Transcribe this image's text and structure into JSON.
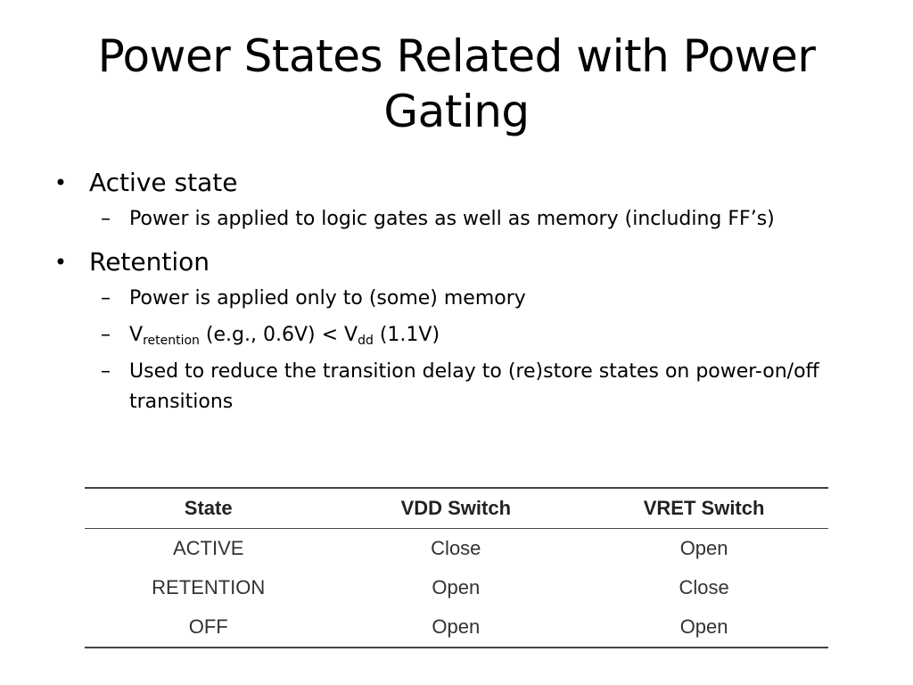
{
  "slide": {
    "title_line1": "Power States Related with Power",
    "title_line2": "Gating",
    "bullets": [
      {
        "text": "Active state",
        "subs": [
          {
            "text": "Power is applied to logic gates as well as memory (including FF’s)"
          }
        ]
      },
      {
        "text": "Retention",
        "subs": [
          {
            "text": "Power is applied only to (some) memory"
          },
          {
            "v1": "V",
            "sub1": "retention",
            "mid": " (e.g., 0.6V) < V",
            "sub2": "dd",
            "end": " (1.1V)"
          },
          {
            "text": "Used to reduce the transition delay to (re)store states on power-on/off transitions"
          }
        ]
      }
    ],
    "bullet_glyph": "•",
    "dash_glyph": "–"
  },
  "table": {
    "headers": [
      "State",
      "VDD Switch",
      "VRET Switch"
    ],
    "rows": [
      [
        "ACTIVE",
        "Close",
        "Open"
      ],
      [
        "RETENTION",
        "Open",
        "Close"
      ],
      [
        "OFF",
        "Open",
        "Open"
      ]
    ]
  }
}
